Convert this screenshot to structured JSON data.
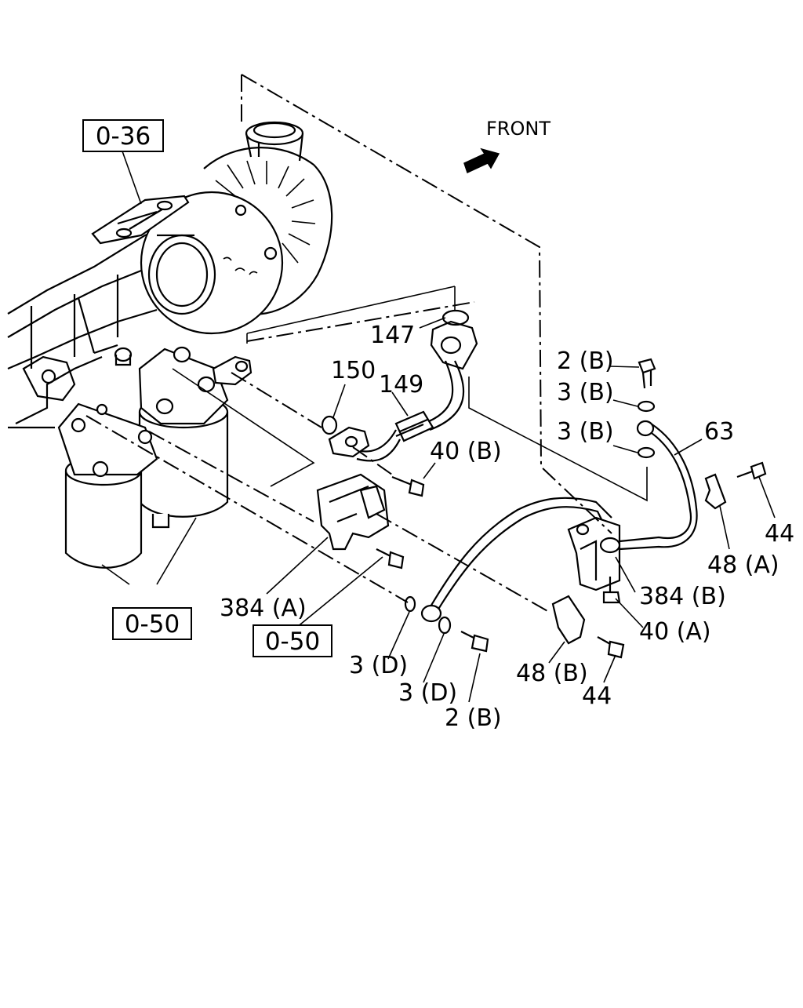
{
  "diagram": {
    "direction_label": "FRONT",
    "reference_boxes": {
      "ref_turbo": "0-36",
      "ref_filters": "0-50",
      "ref_bracket": "0-50"
    },
    "part_labels": {
      "p147": "147",
      "p150": "150",
      "p149": "149",
      "p40b": "40 (B)",
      "p2b_top": "2 (B)",
      "p3b_top": "3 (B)",
      "p3b_mid": "3 (B)",
      "p63": "63",
      "p44_right": "44",
      "p48a": "48 (A)",
      "p384a": "384 (A)",
      "p384b": "384 (B)",
      "p40a": "40 (A)",
      "p3d_left": "3 (D)",
      "p3d_right": "3 (D)",
      "p48b": "48 (B)",
      "p44_bottom": "44",
      "p2b_bottom": "2 (B)"
    }
  }
}
